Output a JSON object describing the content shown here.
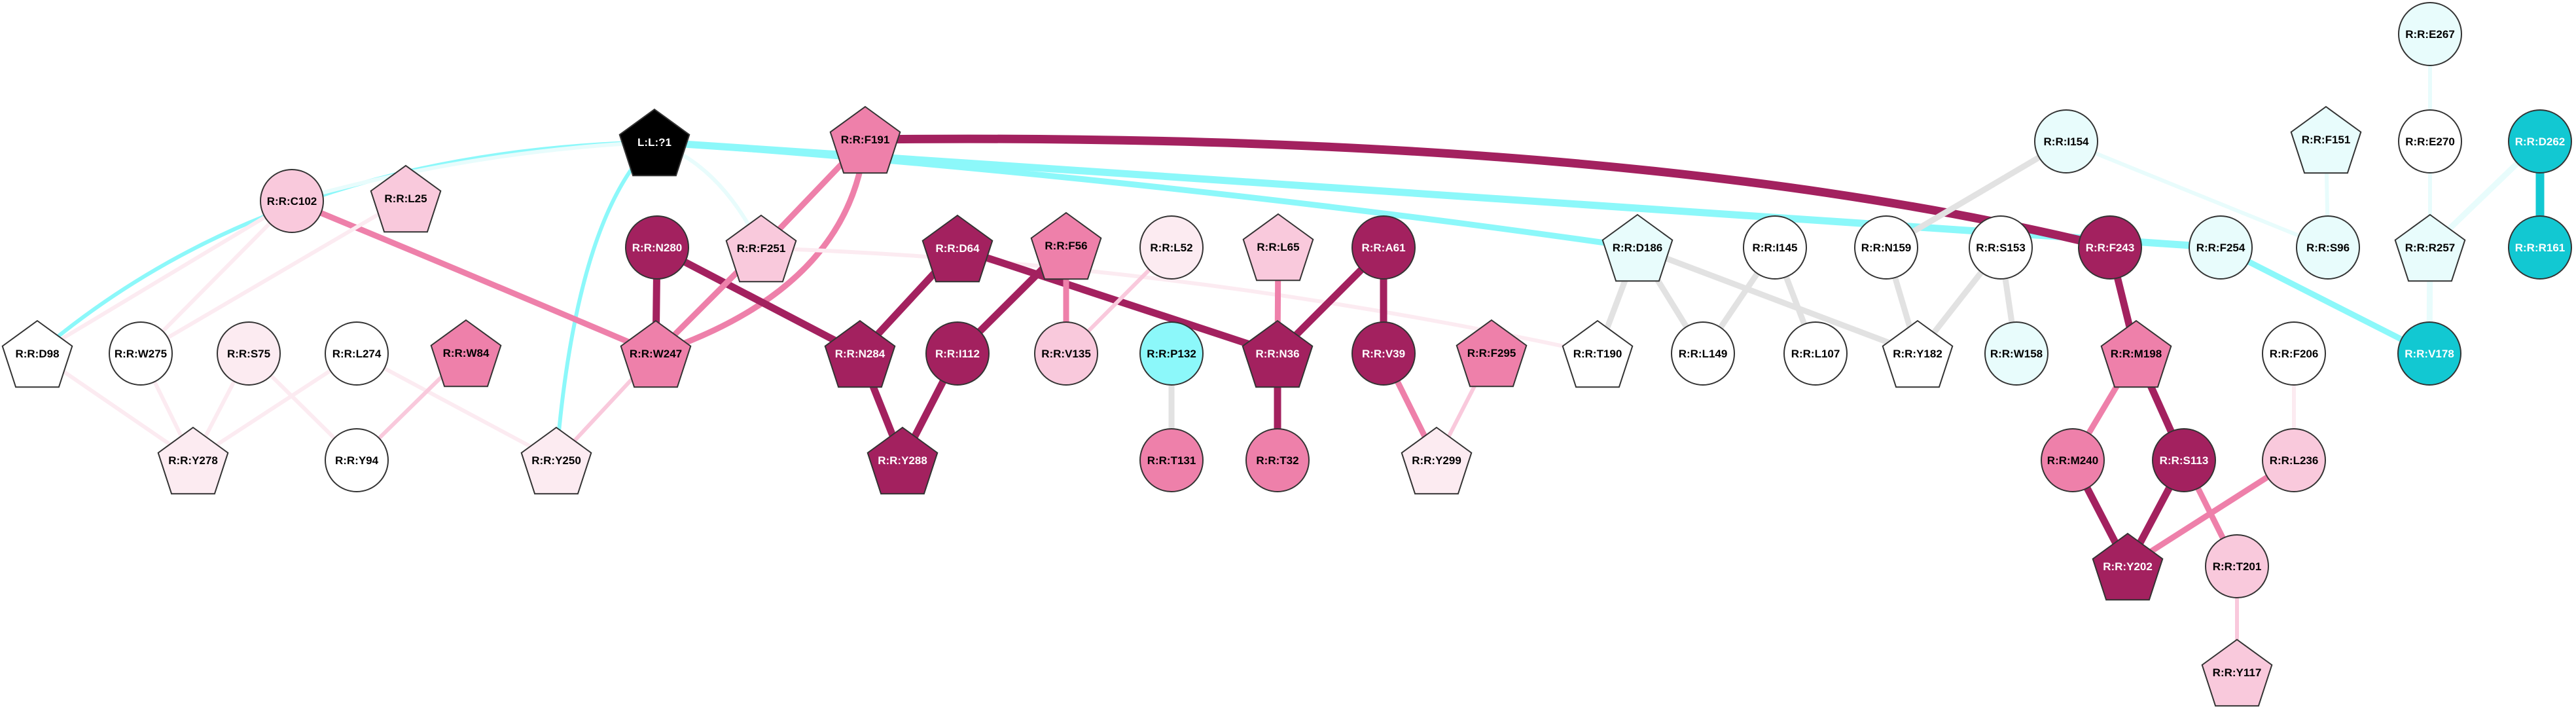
{
  "colors": {
    "magenta_dark": "#a3215f",
    "pink_medium": "#ee80aa",
    "pink_light": "#f9c9dc",
    "pink_pale": "#fcebf1",
    "cyan": "#12c8d2",
    "cyan_light": "#8cf8fa",
    "cyan_pale": "#e8fcfc",
    "gray_edge": "#e2e2e2",
    "white": "#ffffff",
    "black": "#000000"
  },
  "nodes": [
    {
      "id": "L:L:?1",
      "shape": "pentagon",
      "fill": "black"
    },
    {
      "id": "R:R:F191",
      "shape": "pentagon",
      "fill": "pink_medium"
    },
    {
      "id": "R:R:C102",
      "shape": "circle",
      "fill": "pink_light"
    },
    {
      "id": "R:R:L25",
      "shape": "pentagon",
      "fill": "pink_light"
    },
    {
      "id": "R:R:N280",
      "shape": "circle",
      "fill": "magenta_dark"
    },
    {
      "id": "R:R:F251",
      "shape": "pentagon",
      "fill": "pink_light"
    },
    {
      "id": "R:R:D64",
      "shape": "pentagon",
      "fill": "magenta_dark"
    },
    {
      "id": "R:R:F56",
      "shape": "pentagon",
      "fill": "pink_medium"
    },
    {
      "id": "R:R:L52",
      "shape": "circle",
      "fill": "pink_pale"
    },
    {
      "id": "R:R:L65",
      "shape": "pentagon",
      "fill": "pink_light"
    },
    {
      "id": "R:R:A61",
      "shape": "circle",
      "fill": "magenta_dark"
    },
    {
      "id": "R:R:D186",
      "shape": "pentagon",
      "fill": "cyan_pale"
    },
    {
      "id": "R:R:I145",
      "shape": "circle",
      "fill": "white"
    },
    {
      "id": "R:R:I154",
      "shape": "circle",
      "fill": "cyan_pale"
    },
    {
      "id": "R:R:N159",
      "shape": "circle",
      "fill": "white"
    },
    {
      "id": "R:R:S153",
      "shape": "circle",
      "fill": "white"
    },
    {
      "id": "R:R:F243",
      "shape": "circle",
      "fill": "magenta_dark"
    },
    {
      "id": "R:R:F254",
      "shape": "circle",
      "fill": "cyan_pale"
    },
    {
      "id": "R:R:F151",
      "shape": "pentagon",
      "fill": "cyan_pale"
    },
    {
      "id": "R:R:S96",
      "shape": "circle",
      "fill": "cyan_pale"
    },
    {
      "id": "R:R:E267",
      "shape": "circle",
      "fill": "cyan_pale"
    },
    {
      "id": "R:R:E270",
      "shape": "circle",
      "fill": "white"
    },
    {
      "id": "R:R:D262",
      "shape": "circle",
      "fill": "cyan"
    },
    {
      "id": "R:R:R257",
      "shape": "pentagon",
      "fill": "cyan_pale"
    },
    {
      "id": "R:R:R161",
      "shape": "circle",
      "fill": "cyan"
    },
    {
      "id": "R:R:D98",
      "shape": "pentagon",
      "fill": "white"
    },
    {
      "id": "R:R:W275",
      "shape": "circle",
      "fill": "white"
    },
    {
      "id": "R:R:S75",
      "shape": "circle",
      "fill": "pink_pale"
    },
    {
      "id": "R:R:L274",
      "shape": "circle",
      "fill": "white"
    },
    {
      "id": "R:R:W84",
      "shape": "pentagon",
      "fill": "pink_medium"
    },
    {
      "id": "R:R:W247",
      "shape": "pentagon",
      "fill": "pink_medium"
    },
    {
      "id": "R:R:N284",
      "shape": "pentagon",
      "fill": "magenta_dark"
    },
    {
      "id": "R:R:I112",
      "shape": "circle",
      "fill": "magenta_dark"
    },
    {
      "id": "R:R:V135",
      "shape": "circle",
      "fill": "pink_light"
    },
    {
      "id": "R:R:P132",
      "shape": "circle",
      "fill": "cyan_light"
    },
    {
      "id": "R:R:N36",
      "shape": "pentagon",
      "fill": "magenta_dark"
    },
    {
      "id": "R:R:V39",
      "shape": "circle",
      "fill": "magenta_dark"
    },
    {
      "id": "R:R:F295",
      "shape": "pentagon",
      "fill": "pink_medium"
    },
    {
      "id": "R:R:T190",
      "shape": "pentagon",
      "fill": "white"
    },
    {
      "id": "R:R:L149",
      "shape": "circle",
      "fill": "white"
    },
    {
      "id": "R:R:L107",
      "shape": "circle",
      "fill": "white"
    },
    {
      "id": "R:R:Y182",
      "shape": "pentagon",
      "fill": "white"
    },
    {
      "id": "R:R:W158",
      "shape": "circle",
      "fill": "cyan_pale"
    },
    {
      "id": "R:R:M198",
      "shape": "pentagon",
      "fill": "pink_medium"
    },
    {
      "id": "R:R:F206",
      "shape": "circle",
      "fill": "white"
    },
    {
      "id": "R:R:V178",
      "shape": "circle",
      "fill": "cyan"
    },
    {
      "id": "R:R:Y278",
      "shape": "pentagon",
      "fill": "pink_pale"
    },
    {
      "id": "R:R:Y94",
      "shape": "circle",
      "fill": "white"
    },
    {
      "id": "R:R:Y250",
      "shape": "pentagon",
      "fill": "pink_pale"
    },
    {
      "id": "R:R:Y288",
      "shape": "pentagon",
      "fill": "magenta_dark"
    },
    {
      "id": "R:R:T131",
      "shape": "circle",
      "fill": "pink_medium"
    },
    {
      "id": "R:R:T32",
      "shape": "circle",
      "fill": "pink_medium"
    },
    {
      "id": "R:R:Y299",
      "shape": "pentagon",
      "fill": "pink_pale"
    },
    {
      "id": "R:R:M240",
      "shape": "circle",
      "fill": "pink_medium"
    },
    {
      "id": "R:R:S113",
      "shape": "circle",
      "fill": "magenta_dark"
    },
    {
      "id": "R:R:L236",
      "shape": "circle",
      "fill": "pink_light"
    },
    {
      "id": "R:R:Y202",
      "shape": "pentagon",
      "fill": "magenta_dark"
    },
    {
      "id": "R:R:T201",
      "shape": "circle",
      "fill": "pink_light"
    },
    {
      "id": "R:R:Y117",
      "shape": "pentagon",
      "fill": "pink_light"
    }
  ],
  "edges": [
    {
      "source": "L:L:?1",
      "target": "R:R:F254",
      "color": "cyan_light",
      "weight": 3
    },
    {
      "source": "L:L:?1",
      "target": "R:R:D186",
      "color": "cyan_light",
      "weight": 2
    },
    {
      "source": "L:L:?1",
      "target": "R:R:D98",
      "color": "cyan_light",
      "weight": 1
    },
    {
      "source": "L:L:?1",
      "target": "R:R:C102",
      "color": "cyan_pale",
      "weight": 1
    },
    {
      "source": "L:L:?1",
      "target": "R:R:Y250",
      "color": "cyan_light",
      "weight": 1
    },
    {
      "source": "L:L:?1",
      "target": "R:R:F251",
      "color": "cyan_pale",
      "weight": 1
    },
    {
      "source": "R:R:F191",
      "target": "R:R:F243",
      "color": "magenta_dark",
      "weight": 4
    },
    {
      "source": "R:R:F191",
      "target": "R:R:F251",
      "color": "pink_medium",
      "weight": 2
    },
    {
      "source": "R:R:F191",
      "target": "R:R:W247",
      "color": "pink_medium",
      "weight": 2
    },
    {
      "source": "R:R:C102",
      "target": "R:R:W247",
      "color": "pink_medium",
      "weight": 2
    },
    {
      "source": "R:R:C102",
      "target": "R:R:D98",
      "color": "pink_pale",
      "weight": 1
    },
    {
      "source": "R:R:C102",
      "target": "R:R:W275",
      "color": "pink_pale",
      "weight": 1
    },
    {
      "source": "R:R:L25",
      "target": "R:R:W275",
      "color": "pink_pale",
      "weight": 1
    },
    {
      "source": "R:R:N280",
      "target": "R:R:W247",
      "color": "magenta_dark",
      "weight": 3
    },
    {
      "source": "R:R:N280",
      "target": "R:R:N284",
      "color": "magenta_dark",
      "weight": 3
    },
    {
      "source": "R:R:F251",
      "target": "R:R:W247",
      "color": "pink_medium",
      "weight": 2
    },
    {
      "source": "R:R:F251",
      "target": "R:R:T190",
      "color": "pink_pale",
      "weight": 1
    },
    {
      "source": "R:R:D64",
      "target": "R:R:N284",
      "color": "magenta_dark",
      "weight": 3
    },
    {
      "source": "R:R:D64",
      "target": "R:R:N36",
      "color": "magenta_dark",
      "weight": 3
    },
    {
      "source": "R:R:F56",
      "target": "R:R:I112",
      "color": "magenta_dark",
      "weight": 3
    },
    {
      "source": "R:R:F56",
      "target": "R:R:V135",
      "color": "pink_medium",
      "weight": 2
    },
    {
      "source": "R:R:L52",
      "target": "R:R:V135",
      "color": "pink_light",
      "weight": 1
    },
    {
      "source": "R:R:L65",
      "target": "R:R:N36",
      "color": "pink_medium",
      "weight": 2
    },
    {
      "source": "R:R:A61",
      "target": "R:R:N36",
      "color": "magenta_dark",
      "weight": 3
    },
    {
      "source": "R:R:A61",
      "target": "R:R:V39",
      "color": "magenta_dark",
      "weight": 3
    },
    {
      "source": "R:R:D186",
      "target": "R:R:T190",
      "color": "gray_edge",
      "weight": 2
    },
    {
      "source": "R:R:D186",
      "target": "R:R:L149",
      "color": "gray_edge",
      "weight": 2
    },
    {
      "source": "R:R:D186",
      "target": "R:R:Y182",
      "color": "gray_edge",
      "weight": 2
    },
    {
      "source": "R:R:I145",
      "target": "R:R:L149",
      "color": "gray_edge",
      "weight": 2
    },
    {
      "source": "R:R:I145",
      "target": "R:R:L107",
      "color": "gray_edge",
      "weight": 2
    },
    {
      "source": "R:R:I154",
      "target": "R:R:N159",
      "color": "gray_edge",
      "weight": 2
    },
    {
      "source": "R:R:I154",
      "target": "R:R:S96",
      "color": "cyan_pale",
      "weight": 1
    },
    {
      "source": "R:R:N159",
      "target": "R:R:Y182",
      "color": "gray_edge",
      "weight": 2
    },
    {
      "source": "R:R:S153",
      "target": "R:R:Y182",
      "color": "gray_edge",
      "weight": 2
    },
    {
      "source": "R:R:S153",
      "target": "R:R:W158",
      "color": "gray_edge",
      "weight": 2
    },
    {
      "source": "R:R:F243",
      "target": "R:R:M198",
      "color": "magenta_dark",
      "weight": 3
    },
    {
      "source": "R:R:F151",
      "target": "R:R:S96",
      "color": "cyan_pale",
      "weight": 1
    },
    {
      "source": "R:R:E267",
      "target": "R:R:E270",
      "color": "cyan_pale",
      "weight": 1
    },
    {
      "source": "R:R:E270",
      "target": "R:R:R257",
      "color": "cyan_pale",
      "weight": 1
    },
    {
      "source": "R:R:D262",
      "target": "R:R:R257",
      "color": "cyan_pale",
      "weight": 2
    },
    {
      "source": "R:R:D262",
      "target": "R:R:R161",
      "color": "cyan",
      "weight": 4
    },
    {
      "source": "R:R:R257",
      "target": "R:R:V178",
      "color": "cyan_pale",
      "weight": 2
    },
    {
      "source": "R:R:F254",
      "target": "R:R:V178",
      "color": "cyan_light",
      "weight": 2
    },
    {
      "source": "R:R:D98",
      "target": "R:R:Y278",
      "color": "pink_pale",
      "weight": 1
    },
    {
      "source": "R:R:W275",
      "target": "R:R:Y278",
      "color": "pink_pale",
      "weight": 1
    },
    {
      "source": "R:R:S75",
      "target": "R:R:Y278",
      "color": "pink_pale",
      "weight": 1
    },
    {
      "source": "R:R:S75",
      "target": "R:R:Y94",
      "color": "pink_pale",
      "weight": 1
    },
    {
      "source": "R:R:L274",
      "target": "R:R:Y278",
      "color": "pink_pale",
      "weight": 1
    },
    {
      "source": "R:R:L274",
      "target": "R:R:Y250",
      "color": "pink_pale",
      "weight": 1
    },
    {
      "source": "R:R:W84",
      "target": "R:R:Y94",
      "color": "pink_light",
      "weight": 1
    },
    {
      "source": "R:R:W247",
      "target": "R:R:Y250",
      "color": "pink_light",
      "weight": 1
    },
    {
      "source": "R:R:N284",
      "target": "R:R:Y288",
      "color": "magenta_dark",
      "weight": 3
    },
    {
      "source": "R:R:I112",
      "target": "R:R:Y288",
      "color": "magenta_dark",
      "weight": 3
    },
    {
      "source": "R:R:P132",
      "target": "R:R:T131",
      "color": "gray_edge",
      "weight": 2
    },
    {
      "source": "R:R:N36",
      "target": "R:R:T32",
      "color": "magenta_dark",
      "weight": 3
    },
    {
      "source": "R:R:V39",
      "target": "R:R:Y299",
      "color": "pink_medium",
      "weight": 2
    },
    {
      "source": "R:R:F295",
      "target": "R:R:Y299",
      "color": "pink_light",
      "weight": 1
    },
    {
      "source": "R:R:M198",
      "target": "R:R:M240",
      "color": "pink_medium",
      "weight": 2
    },
    {
      "source": "R:R:M198",
      "target": "R:R:S113",
      "color": "magenta_dark",
      "weight": 3
    },
    {
      "source": "R:R:F206",
      "target": "R:R:L236",
      "color": "pink_pale",
      "weight": 1
    },
    {
      "source": "R:R:M240",
      "target": "R:R:Y202",
      "color": "magenta_dark",
      "weight": 3
    },
    {
      "source": "R:R:S113",
      "target": "R:R:Y202",
      "color": "magenta_dark",
      "weight": 3
    },
    {
      "source": "R:R:S113",
      "target": "R:R:T201",
      "color": "pink_medium",
      "weight": 2
    },
    {
      "source": "R:R:L236",
      "target": "R:R:Y202",
      "color": "pink_medium",
      "weight": 2
    },
    {
      "source": "R:R:T201",
      "target": "R:R:Y117",
      "color": "pink_light",
      "weight": 1
    }
  ]
}
